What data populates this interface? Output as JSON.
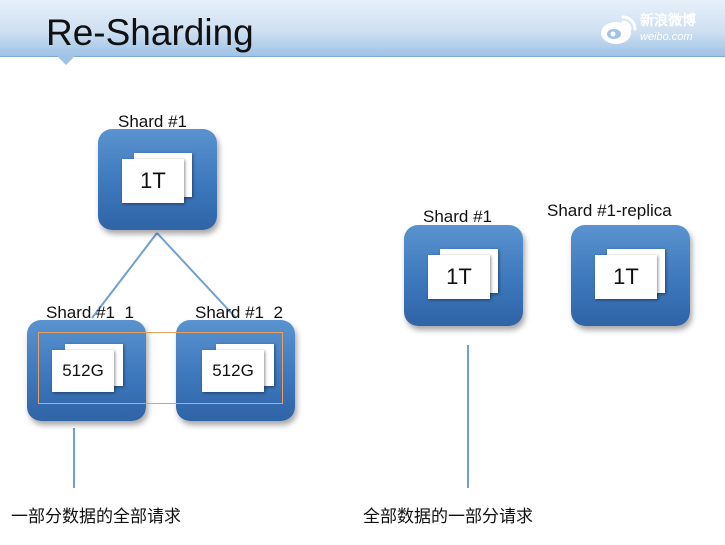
{
  "slide": {
    "title": "Re-Sharding",
    "logo_text": "新浪微博",
    "logo_sub": "weibo.com"
  },
  "left": {
    "root": {
      "label": "Shard #1",
      "size": "1T"
    },
    "child1": {
      "label": "Shard #1_1",
      "size": "512G"
    },
    "child2": {
      "label": "Shard #1_2",
      "size": "512G"
    },
    "caption": "一部分数据的全部请求"
  },
  "right": {
    "primary": {
      "label": "Shard #1",
      "size": "1T"
    },
    "replica": {
      "label": "Shard #1-replica",
      "size": "1T"
    },
    "caption": "全部数据的一部分请求"
  },
  "colors": {
    "node_blue": "#3d78bd",
    "connector_blue": "#6f9fd3",
    "highlight_orange": "#e8a060"
  }
}
